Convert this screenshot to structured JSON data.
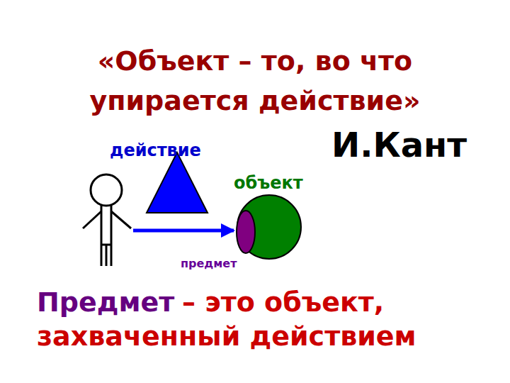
{
  "diagram": {
    "title": "«Объект – то, во что упирается действие»",
    "labels": [
      "И.Кант",
      "действие",
      "объект",
      "предмет",
      "Предмет",
      "– это объект, захваченный действием"
    ]
  }
}
